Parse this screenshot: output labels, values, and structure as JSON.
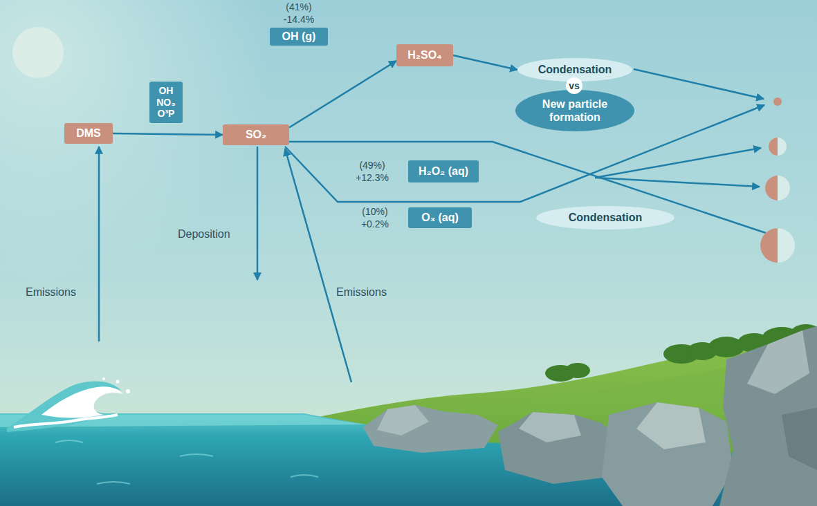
{
  "diagram": {
    "nodes": [
      {
        "text": [
          "DMS"
        ]
      },
      {
        "text": [
          "OH",
          "NO₃",
          "O³P"
        ]
      },
      {
        "text": [
          "SO₂"
        ]
      },
      {
        "text": [
          "(41%)",
          "-14.4%",
          "OH (g)"
        ]
      },
      {
        "text": [
          "H₂SO₄"
        ]
      },
      {
        "text": [
          "Condensation"
        ]
      },
      {
        "text": [
          "vs"
        ]
      },
      {
        "text": [
          "New particle formation"
        ]
      },
      {
        "text": [
          "(49%)",
          "+12.3%",
          "H₂O₂ (aq)"
        ]
      },
      {
        "text": [
          "(10%)",
          "+0.2%",
          "O₃ (aq)"
        ]
      },
      {
        "text": [
          "Condensation"
        ]
      }
    ],
    "edges": [
      {
        "from": 0,
        "to": 2,
        "arrow": "to"
      },
      {
        "from": 2,
        "to": 4,
        "arrow": "to"
      },
      {
        "from": 4,
        "to": 5,
        "arrow": "to"
      }
    ],
    "labels": [
      "Deposition",
      "Emissions",
      "Emissions"
    ]
  }
}
